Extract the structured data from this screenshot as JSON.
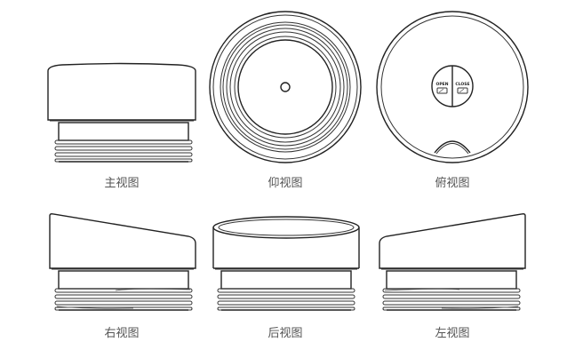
{
  "views": {
    "front": {
      "caption": "主视图"
    },
    "bottom": {
      "caption": "仰视图"
    },
    "top": {
      "caption": "俯视图",
      "knob_left_label": "OPEN",
      "knob_right_label": "CLOSE"
    },
    "right": {
      "caption": "右视图"
    },
    "rear": {
      "caption": "后视图"
    },
    "left": {
      "caption": "左视图"
    }
  }
}
